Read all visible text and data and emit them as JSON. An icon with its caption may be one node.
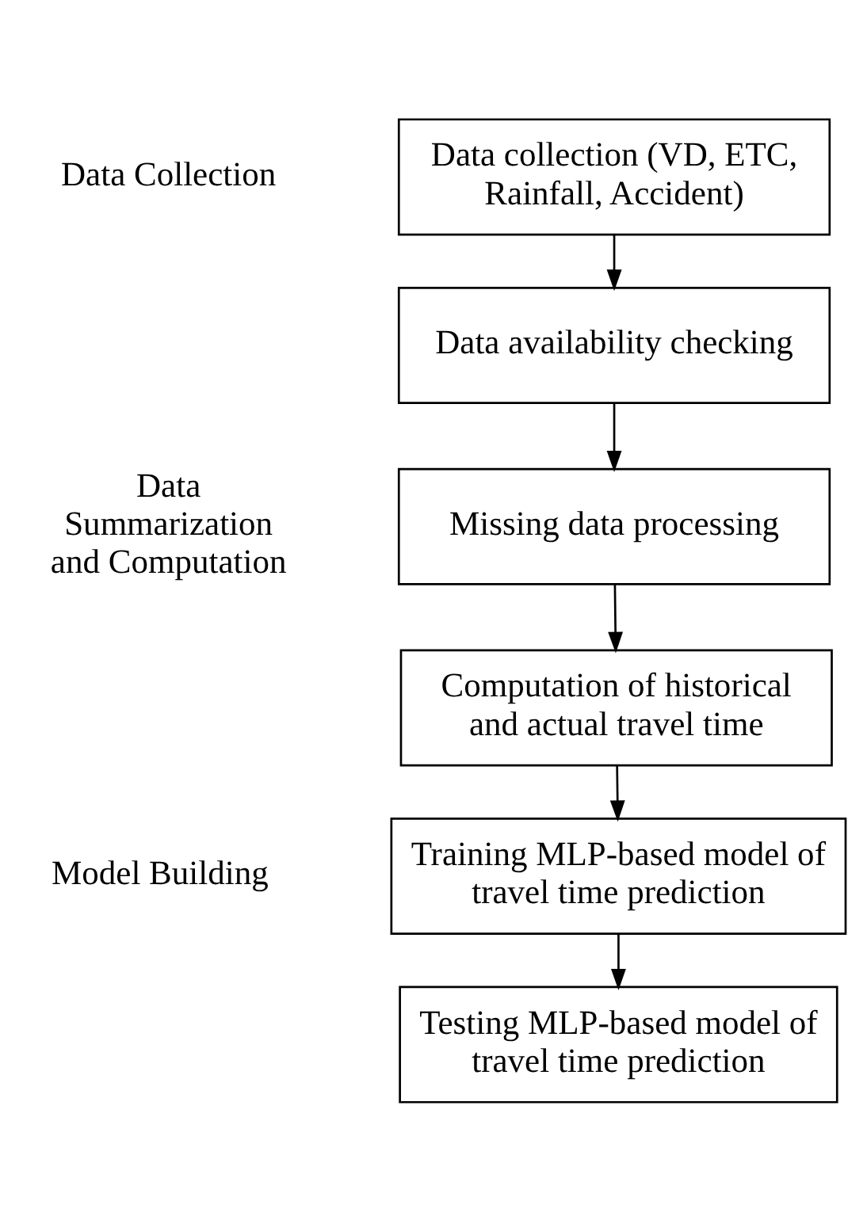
{
  "diagram": {
    "nodes": [
      {
        "text": [
          "Data collection (VD, ETC, Rainfall, Accident)"
        ]
      },
      {
        "text": [
          "Data availability checking"
        ]
      },
      {
        "text": [
          "Missing data processing"
        ]
      },
      {
        "text": [
          "Computation of historical and actual travel time"
        ]
      },
      {
        "text": [
          "Training MLP-based model of travel time prediction"
        ]
      },
      {
        "text": [
          "Testing MLP-based model of travel time prediction"
        ]
      }
    ],
    "edges": [
      {
        "from": 0,
        "to": 1,
        "arrow": "to"
      },
      {
        "from": 1,
        "to": 2,
        "arrow": "to"
      },
      {
        "from": 2,
        "to": 3,
        "arrow": "to"
      },
      {
        "from": 3,
        "to": 4,
        "arrow": "to"
      },
      {
        "from": 4,
        "to": 5,
        "arrow": "to"
      }
    ],
    "labels": [
      "Data Collection",
      "Data Summarization and Computation",
      "Model Building"
    ]
  }
}
